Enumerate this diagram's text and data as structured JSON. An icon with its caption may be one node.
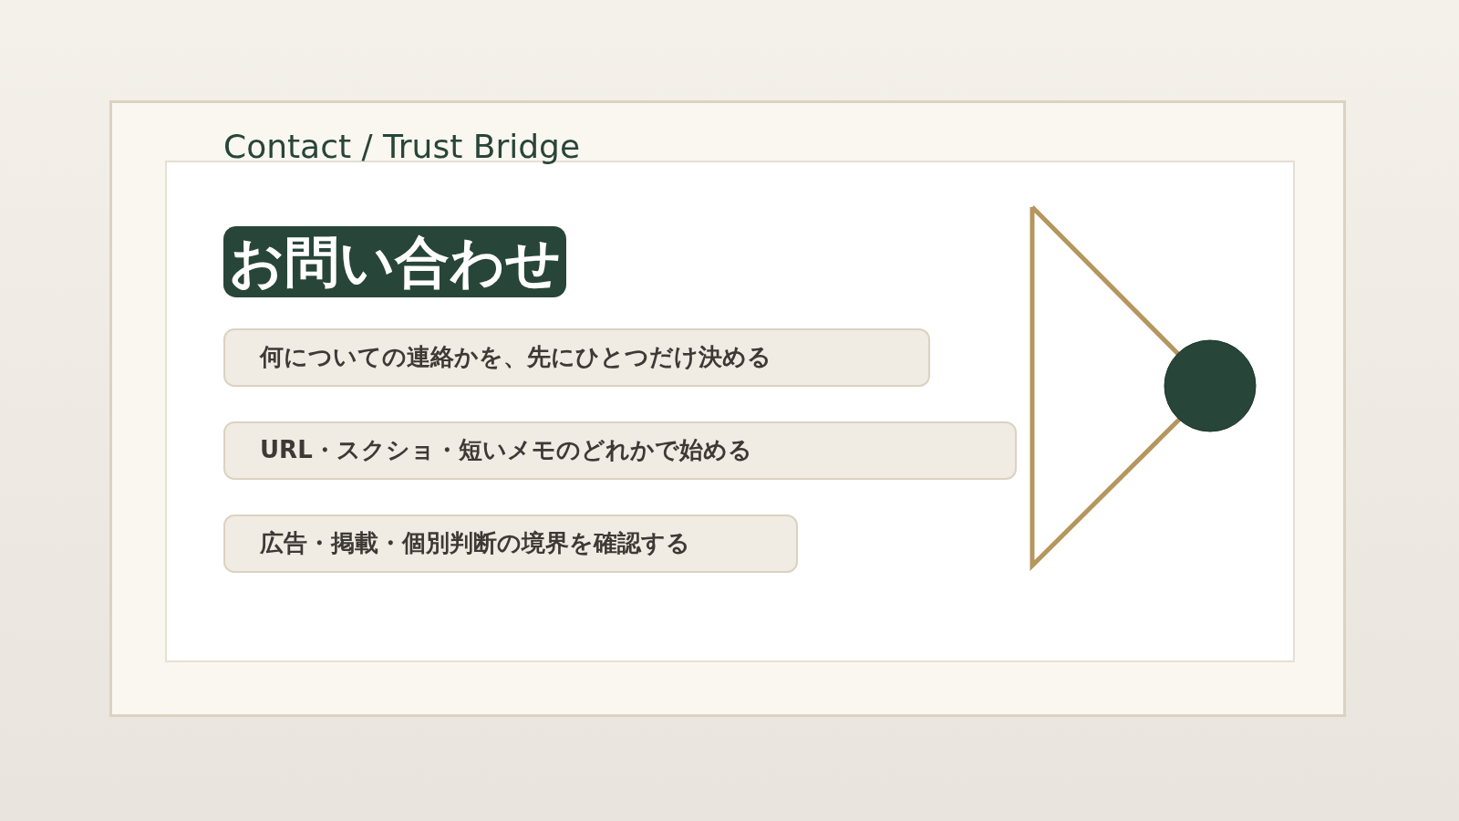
{
  "diagram": {
    "title": "Contact / Trust Bridge",
    "nodes": [
      {
        "text": [
          "お問い合わせ"
        ]
      },
      {
        "text": [
          "何についての連絡かを、先にひとつだけ決める"
        ]
      },
      {
        "text": [
          "URL・スクショ・短いメモのどれかで始める"
        ]
      },
      {
        "text": [
          "広告・掲載・個別判断の境界を確認する"
        ]
      }
    ],
    "edges": []
  }
}
